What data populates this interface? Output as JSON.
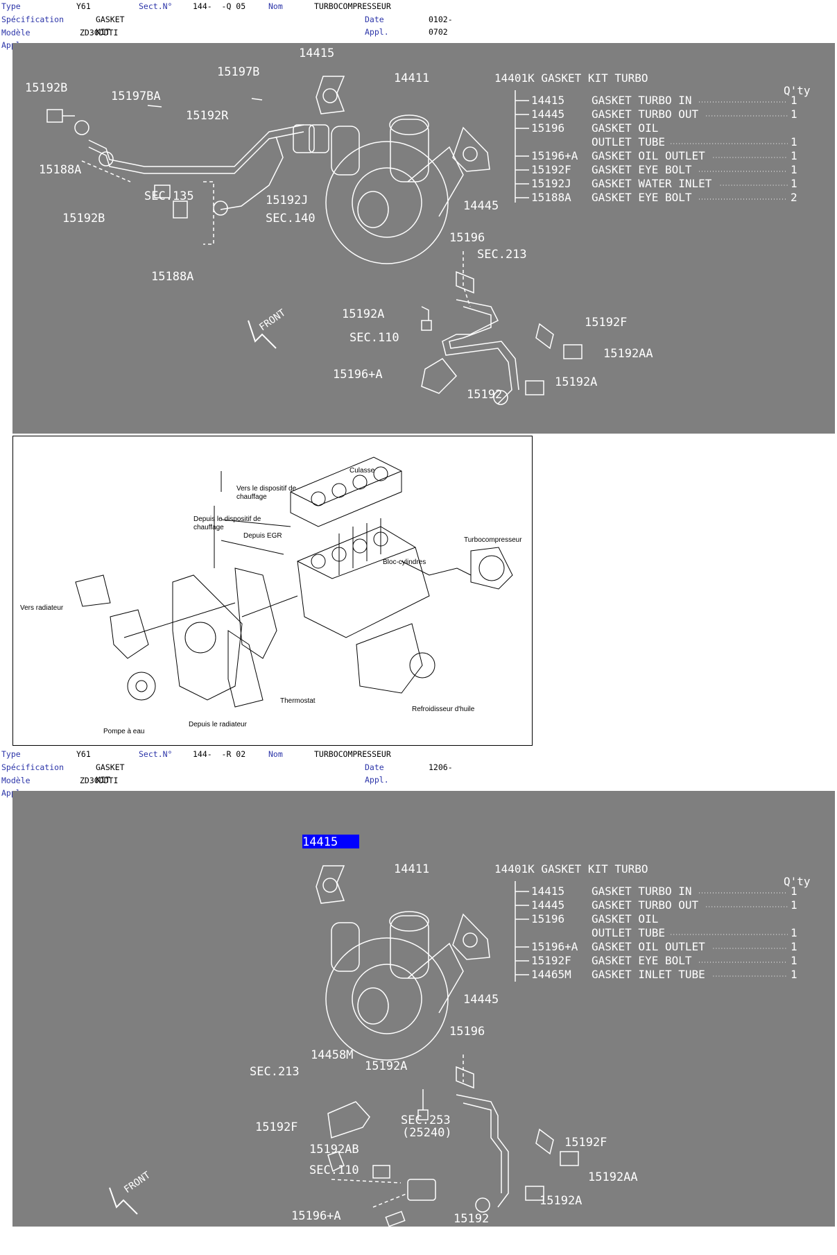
{
  "header1": {
    "type_label": "Type",
    "type_value": "Y61",
    "sect_label": "Sect.N°",
    "sect_value": "144-  -Q 05",
    "nom_label": "Nom",
    "nom_value": "TURBOCOMPRESSEUR",
    "spec_label": "Spécification",
    "spec_value": "GASKET KIT",
    "date_label": "Date Appl.",
    "date_value": "0102-0702",
    "model_label": "Modèle Appl.",
    "model_value": "ZD30DDTI"
  },
  "header2": {
    "type_label": "Type",
    "type_value": "Y61",
    "sect_label": "Sect.N°",
    "sect_value": "144-  -R 02",
    "nom_label": "Nom",
    "nom_value": "TURBOCOMPRESSEUR",
    "spec_label": "Spécification",
    "spec_value": "GASKET KIT",
    "date_label": "Date Appl.",
    "date_value": "1206-",
    "model_label": "Modèle Appl.",
    "model_value": "ZD30DDTI"
  },
  "diagram1": {
    "kit_title": "14401K GASKET KIT TURBO",
    "qty_header": "Q'ty",
    "legend": [
      {
        "part": "14415",
        "desc": "GASKET TURBO IN",
        "qty": "1"
      },
      {
        "part": "14445",
        "desc": "GASKET TURBO OUT",
        "qty": "1"
      },
      {
        "part": "15196",
        "desc": "GASKET OIL",
        "qty": ""
      },
      {
        "part": "",
        "desc": "OUTLET TUBE",
        "qty": "1"
      },
      {
        "part": "15196+A",
        "desc": "GASKET OIL OUTLET",
        "qty": "1"
      },
      {
        "part": "15192F",
        "desc": "GASKET EYE BOLT",
        "qty": "1"
      },
      {
        "part": "15192J",
        "desc": "GASKET WATER INLET",
        "qty": "1"
      },
      {
        "part": "15188A",
        "desc": "GASKET EYE BOLT",
        "qty": "2"
      }
    ],
    "callouts": {
      "c14415": "14415",
      "c14411": "14411",
      "c15197b": "15197B",
      "c15197ba": "15197BA",
      "c15192b_1": "15192B",
      "c15192r": "15192R",
      "c15188a_1": "15188A",
      "csec135": "SEC.135",
      "csec140": "SEC.140",
      "c15192j": "15192J",
      "c15192b_2": "15192B",
      "c15188a_2": "15188A",
      "c14445": "14445",
      "c15196": "15196",
      "csec213": "SEC.213",
      "cfront": "FRONT",
      "c15192a_1": "15192A",
      "c15192f": "15192F",
      "csec110": "SEC.110",
      "c15192aa": "15192AA",
      "c15196a": "15196+A",
      "c15192a_2": "15192A",
      "c15192": "15192"
    }
  },
  "diagram2": {
    "labels": {
      "culasse": "Culasse",
      "vers_chauffage_1": "Vers le dispositif de",
      "vers_chauffage_2": "chauffage",
      "depuis_chauffage_1": "Depuis le dispositif de",
      "depuis_chauffage_2": "chauffage",
      "depuis_egr": "Depuis EGR",
      "turbo": "Turbocompresseur",
      "bloc": "Bloc-cylindres",
      "vers_radiateur": "Vers radiateur",
      "thermostat": "Thermostat",
      "refroidisseur": "Refroidisseur d'huile",
      "pompe": "Pompe à eau",
      "depuis_radiateur": "Depuis le radiateur"
    }
  },
  "diagram3": {
    "kit_title": "14401K GASKET KIT TURBO",
    "qty_header": "Q'ty",
    "legend": [
      {
        "part": "14415",
        "desc": "GASKET TURBO IN",
        "qty": "1"
      },
      {
        "part": "14445",
        "desc": "GASKET TURBO OUT",
        "qty": "1"
      },
      {
        "part": "15196",
        "desc": "GASKET OIL",
        "qty": ""
      },
      {
        "part": "",
        "desc": "OUTLET TUBE",
        "qty": "1"
      },
      {
        "part": "15196+A",
        "desc": "GASKET OIL OUTLET",
        "qty": "1"
      },
      {
        "part": "15192F",
        "desc": "GASKET EYE BOLT",
        "qty": "1"
      },
      {
        "part": "14465M",
        "desc": "GASKET INLET TUBE",
        "qty": "1"
      }
    ],
    "callouts": {
      "c14415": "14415",
      "c14411": "14411",
      "c14445": "14445",
      "c15196": "15196",
      "c14458m": "14458M",
      "c15192a_1": "15192A",
      "csec213": "SEC.213",
      "csec253": "SEC.253",
      "c25240": "(25240)",
      "c15192f_1": "15192F",
      "c15192ab": "15192AB",
      "c15192f_2": "15192F",
      "csec110": "SEC.110",
      "c15192aa": "15192AA",
      "cfront": "FRONT",
      "c15192a_2": "15192A",
      "c15196a": "15196+A",
      "c15192": "15192"
    }
  },
  "colors": {
    "header_label": "#2b34a8",
    "panel_bg": "#7f7f7f",
    "selection": "#0000ff"
  }
}
